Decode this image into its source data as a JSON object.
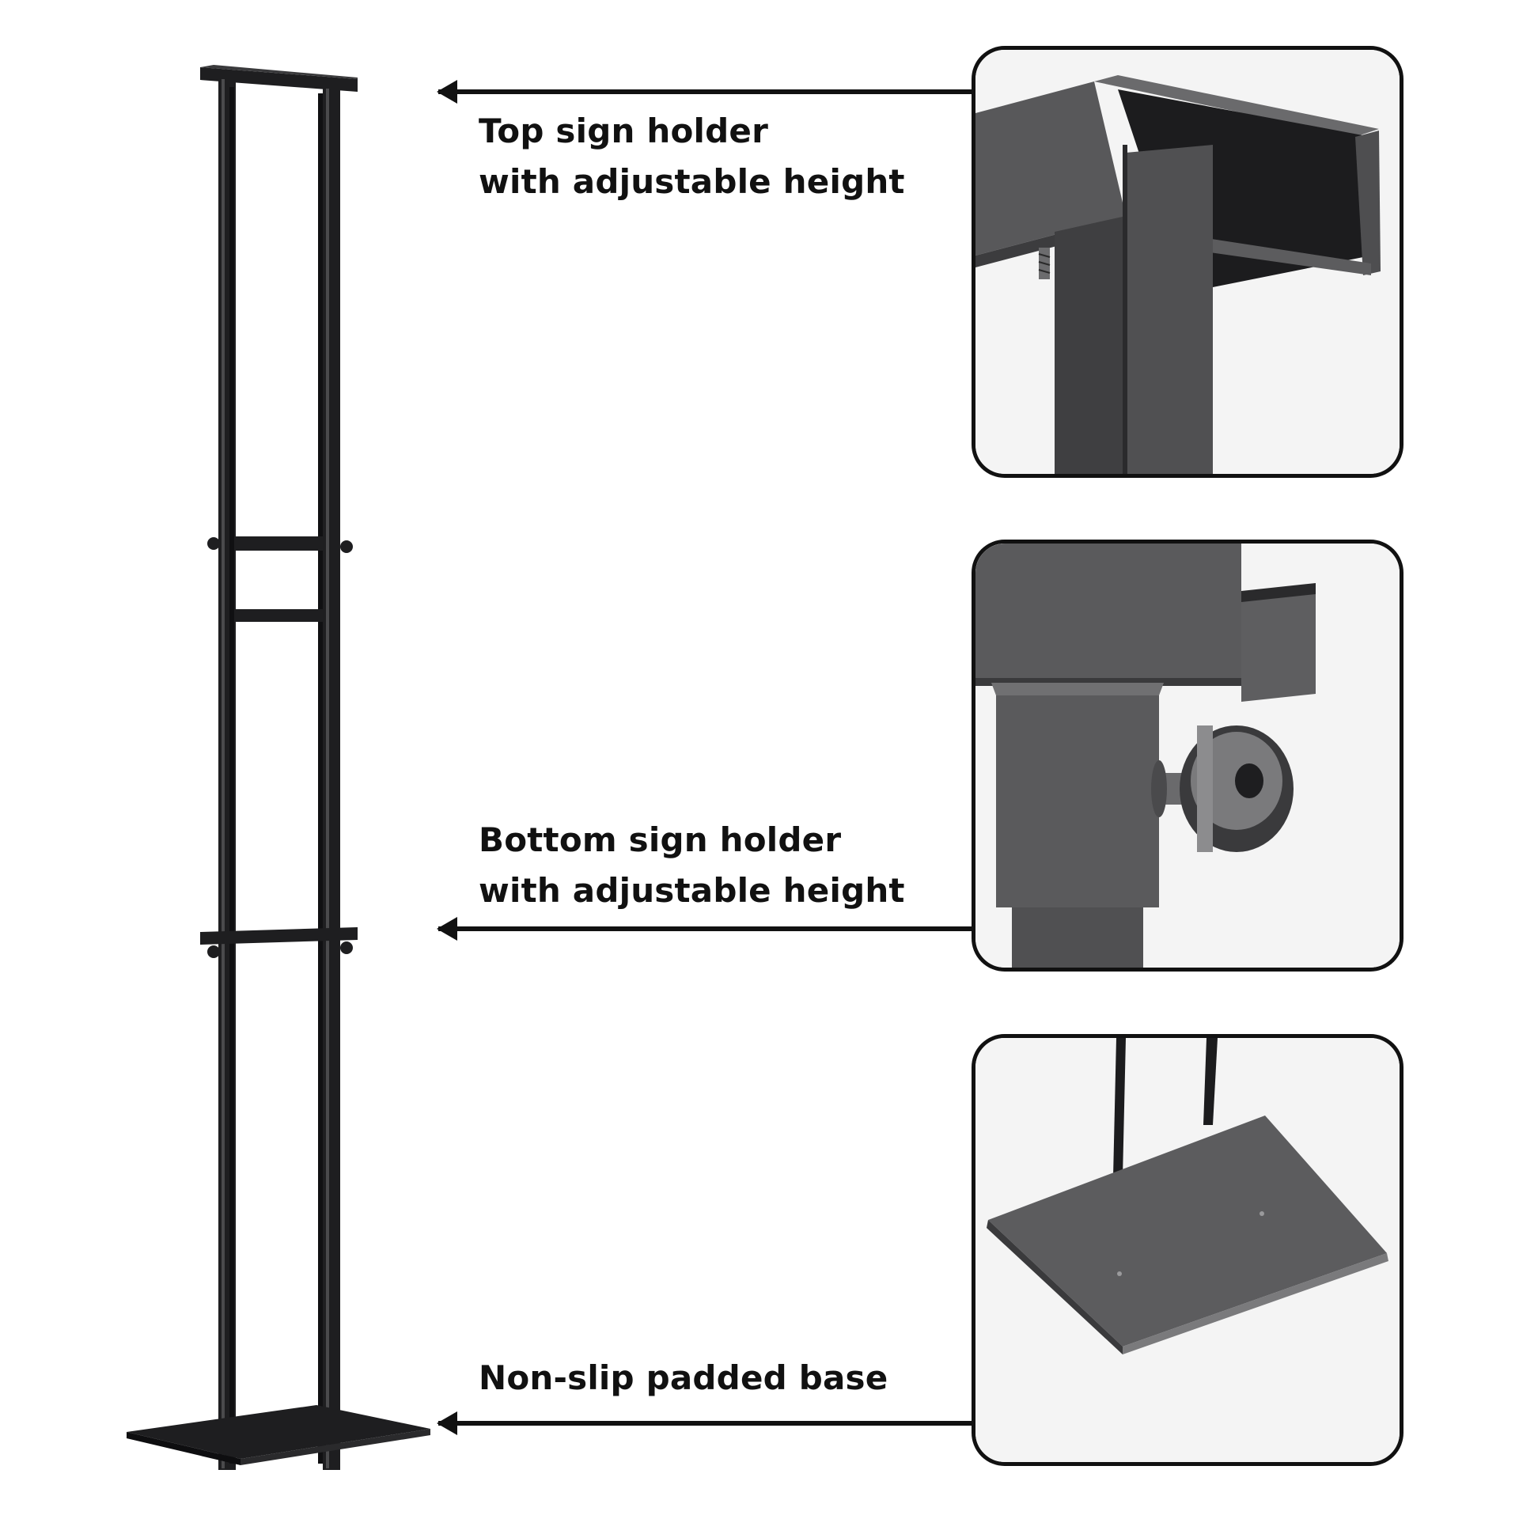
{
  "features": [
    {
      "id": "top-holder",
      "lines": [
        "Top sign holder",
        "with adjustable height"
      ],
      "detail_icon": "top-bracket-closeup-icon"
    },
    {
      "id": "bottom-holder",
      "lines": [
        "Bottom sign holder",
        "with adjustable height"
      ],
      "detail_icon": "adjustment-knob-closeup-icon"
    },
    {
      "id": "base",
      "lines": [
        "Non-slip padded base"
      ],
      "detail_icon": "base-plate-closeup-icon"
    }
  ],
  "colors": {
    "frame": "#1c1c1e",
    "metal": "#5a5a5c",
    "background": "#ffffff",
    "text": "#111111"
  }
}
